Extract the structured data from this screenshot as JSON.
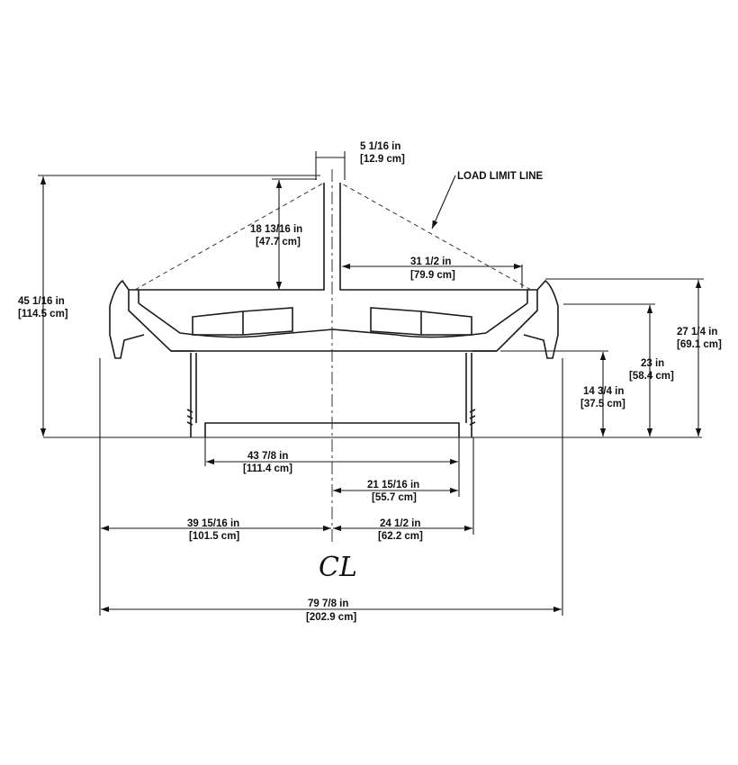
{
  "drawing": {
    "load_limit_label": "LOAD LIMIT LINE",
    "centerline_symbol": "CL",
    "dimensions": {
      "top_width": {
        "in": "5 1/16 in",
        "cm": "[12.9 cm]"
      },
      "overall_height": {
        "in": "45 1/16 in",
        "cm": "[114.5 cm]"
      },
      "cone_height": {
        "in": "18 13/16 in",
        "cm": "[47.7 cm]"
      },
      "platform_half_width": {
        "in": "31 1/2 in",
        "cm": "[79.9 cm]"
      },
      "rim_height": {
        "in": "27 1/4 in",
        "cm": "[69.1 cm]"
      },
      "inner_rim_height": {
        "in": "23 in",
        "cm": "[58.4 cm]"
      },
      "base_height": {
        "in": "14 3/4 in",
        "cm": "[37.5 cm]"
      },
      "base_width": {
        "in": "43 7/8 in",
        "cm": "[111.4 cm]"
      },
      "base_half_width": {
        "in": "21 15/16 in",
        "cm": "[55.7 cm]"
      },
      "left_half_width": {
        "in": "39 15/16 in",
        "cm": "[101.5 cm]"
      },
      "right_half_width": {
        "in": "24 1/2 in",
        "cm": "[62.2 cm]"
      },
      "overall_width": {
        "in": "79 7/8 in",
        "cm": "[202.9 cm]"
      }
    }
  }
}
